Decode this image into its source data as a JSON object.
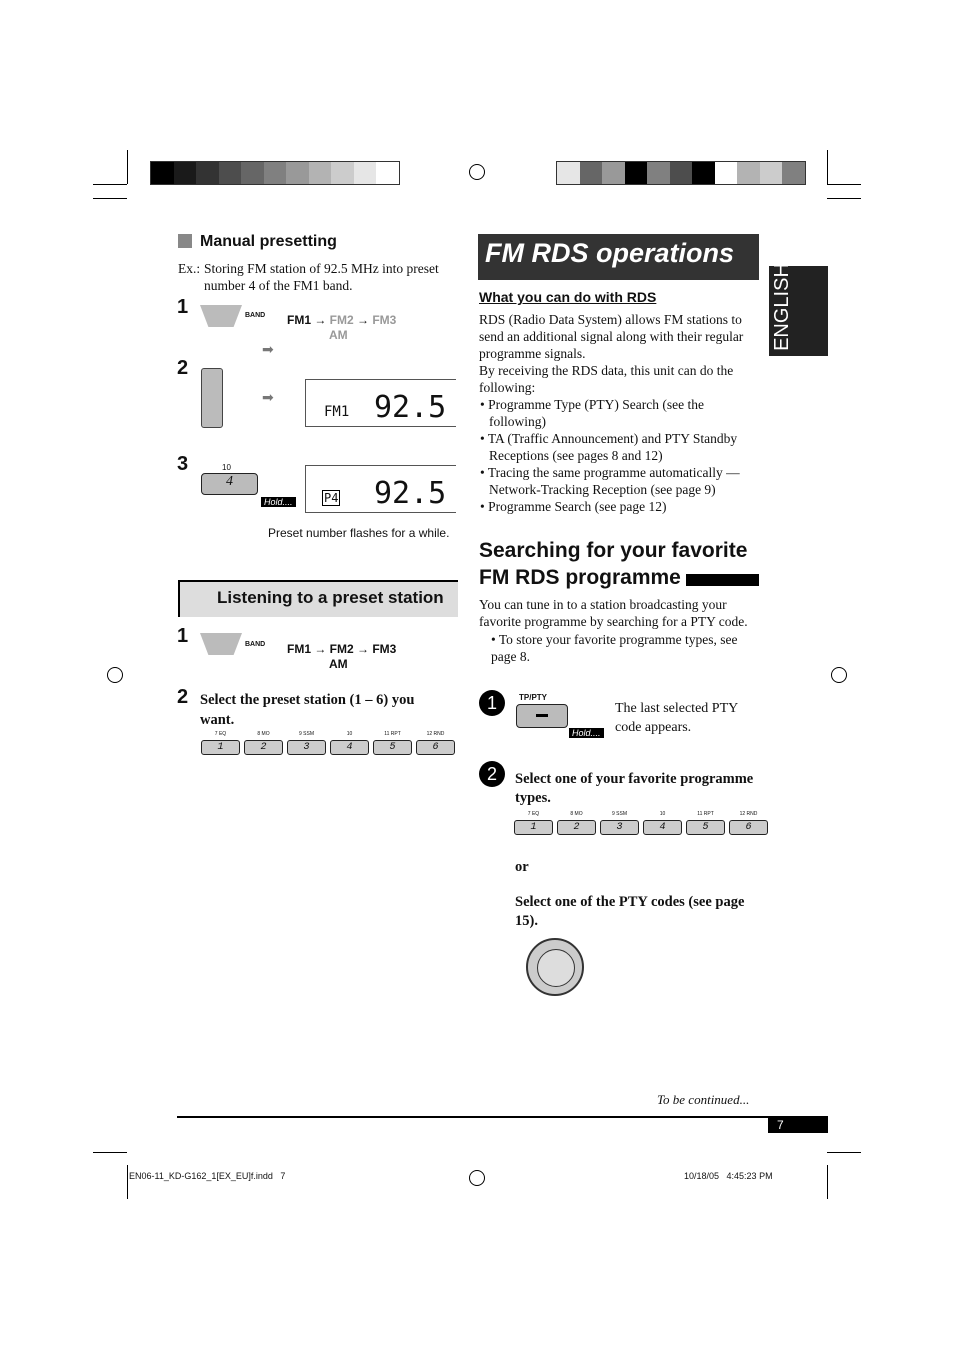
{
  "print_marks": {
    "left_colors": [
      "#000000",
      "#1a1a1a",
      "#333333",
      "#4d4d4d",
      "#666666",
      "#808080",
      "#999999",
      "#b3b3b3",
      "#cccccc",
      "#e6e6e6",
      "#ffffff"
    ],
    "right_colors": [
      "#e6e6e6",
      "#666666",
      "#999999",
      "#000000",
      "#808080",
      "#4d4d4d",
      "#000000",
      "#ffffff",
      "#b3b3b3",
      "#cccccc",
      "#808080"
    ]
  },
  "left": {
    "manual_presetting": {
      "heading": "Manual presetting",
      "example_prefix": "Ex.:",
      "example_text": "Storing FM station of 92.5 MHz into preset number 4 of the FM1 band.",
      "steps": [
        "1",
        "2",
        "3"
      ],
      "band_label": "BAND",
      "bands": [
        "FM1",
        "FM2",
        "FM3",
        "AM"
      ],
      "display_band": "FM1",
      "display_freq": "92.5",
      "display_preset": "P4",
      "button_top": "10",
      "button_num": "4",
      "hold": "Hold....",
      "caption": "Preset number flashes for a while."
    },
    "listening": {
      "heading": "Listening to a preset station",
      "step1": "1",
      "band_label": "BAND",
      "bands": [
        "FM1",
        "FM2",
        "FM3",
        "AM"
      ],
      "step2": "2",
      "step2_text": "Select the preset station (1 – 6) you want."
    },
    "preset_buttons": [
      {
        "num": "1",
        "label": "7 EQ"
      },
      {
        "num": "2",
        "label": "8 MO"
      },
      {
        "num": "3",
        "label": "9 SSM"
      },
      {
        "num": "4",
        "label": "10"
      },
      {
        "num": "5",
        "label": "11 RPT"
      },
      {
        "num": "6",
        "label": "12 RND"
      }
    ]
  },
  "right": {
    "title": "FM RDS operations",
    "what": {
      "heading": "What you can do with RDS",
      "para1": "RDS (Radio Data System) allows FM stations to send an additional signal along with their regular programme signals.",
      "para2": "By receiving the RDS data, this unit can do the following:",
      "bullets": [
        "Programme Type (PTY) Search (see the following)",
        "TA (Traffic Announcement) and PTY Standby Receptions (see pages 8 and 12)",
        "Tracing the same programme automatically —Network-Tracking Reception (see page 9)",
        "Programme Search (see page 12)"
      ]
    },
    "search": {
      "heading1": "Searching for your favorite",
      "heading2": "FM RDS programme",
      "para": "You can tune in to a station broadcasting your favorite programme by searching for a PTY code.",
      "bullet": "To store your favorite programme types, see page 8.",
      "step1_num": "1",
      "tp_label": "TP/PTY",
      "hold": "Hold....",
      "step1_text": "The last selected PTY code appears.",
      "step2_num": "2",
      "step2_text": "Select one of your favorite programme types.",
      "or": "or",
      "alt_text": "Select one of the PTY codes (see page 15)."
    }
  },
  "side_tab": "ENGLISH",
  "footer": {
    "continued": "To be continued...",
    "page": "7",
    "file": "EN06-11_KD-G162_1[EX_EU]f.indd   7",
    "date": "10/18/05   4:45:23 PM"
  }
}
